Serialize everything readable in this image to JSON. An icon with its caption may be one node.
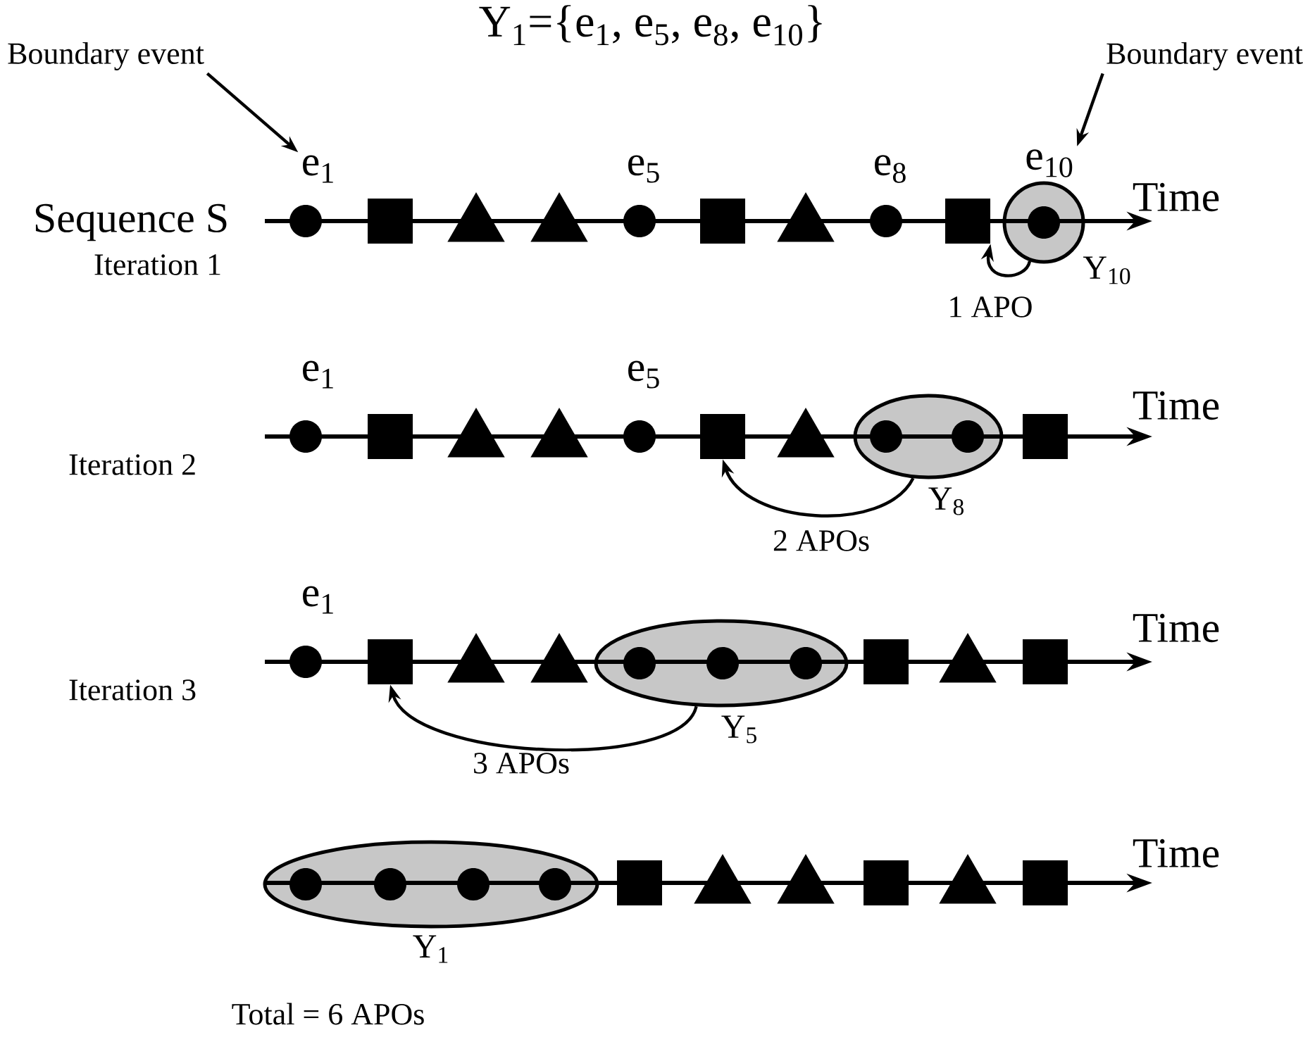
{
  "diagram": {
    "title": "Y$_{1}$={e$_{1}$, e$_{5}$, e$_{8}$, e$_{10}$}",
    "nodes": [
      {
        "text": [
          "Boundary event"
        ]
      },
      {
        "text": [
          "e$_{1}$"
        ]
      },
      {
        "text": [
          "Boundary event"
        ]
      },
      {
        "text": [
          "e$_{10}$"
        ]
      },
      {
        "text": [],
        "shape": "circle"
      },
      {
        "text": [],
        "shape": "box"
      },
      {
        "text": [],
        "shape": "triangle"
      },
      {
        "text": [],
        "shape": "triangle"
      },
      {
        "text": [],
        "shape": "circle"
      },
      {
        "text": [],
        "shape": "box"
      },
      {
        "text": [],
        "shape": "triangle"
      },
      {
        "text": [],
        "shape": "circle"
      },
      {
        "text": [],
        "shape": "box"
      },
      {
        "text": [],
        "shape": "circle",
        "beside": [
          "Y$_{10}$"
        ]
      },
      {
        "text": [],
        "shape": "circle",
        "in": 13
      },
      {
        "text": [],
        "shape": "circle"
      },
      {
        "text": [],
        "shape": "box"
      },
      {
        "text": [],
        "shape": "triangle"
      },
      {
        "text": [],
        "shape": "triangle"
      },
      {
        "text": [],
        "shape": "circle"
      },
      {
        "text": [],
        "shape": "box"
      },
      {
        "text": [],
        "shape": "triangle"
      },
      {
        "text": [],
        "shape": "ellipse",
        "beside": [
          "Y$_{8}$"
        ]
      },
      {
        "text": [],
        "shape": "circle",
        "in": 22
      },
      {
        "text": [],
        "shape": "circle",
        "in": 22
      },
      {
        "text": [],
        "shape": "box"
      },
      {
        "text": [],
        "shape": "circle"
      },
      {
        "text": [],
        "shape": "box"
      },
      {
        "text": [],
        "shape": "triangle"
      },
      {
        "text": [],
        "shape": "triangle"
      },
      {
        "text": [],
        "shape": "ellipse",
        "beside": [
          "Y$_{5}$"
        ]
      },
      {
        "text": [],
        "shape": "circle",
        "in": 30
      },
      {
        "text": [],
        "shape": "circle",
        "in": 30
      },
      {
        "text": [],
        "shape": "circle",
        "in": 30
      },
      {
        "text": [],
        "shape": "box"
      },
      {
        "text": [],
        "shape": "triangle"
      },
      {
        "text": [],
        "shape": "box"
      },
      {
        "text": [],
        "shape": "ellipse",
        "beside": [
          "Y$_{1}$"
        ]
      },
      {
        "text": [],
        "shape": "circle",
        "in": 37
      },
      {
        "text": [],
        "shape": "circle",
        "in": 37
      },
      {
        "text": [],
        "shape": "circle",
        "in": 37
      },
      {
        "text": [],
        "shape": "circle",
        "in": 37
      },
      {
        "text": [],
        "shape": "box"
      },
      {
        "text": [],
        "shape": "triangle"
      },
      {
        "text": [],
        "shape": "triangle"
      },
      {
        "text": [],
        "shape": "box"
      },
      {
        "text": [],
        "shape": "triangle"
      },
      {
        "text": [],
        "shape": "box"
      }
    ],
    "edges": [
      {
        "from": 0,
        "to": 1,
        "arrow": "to"
      },
      {
        "from": 2,
        "to": 3,
        "arrow": "to"
      },
      {
        "from": 13,
        "to": 12,
        "arrow": "to",
        "label": "1 APO"
      },
      {
        "from": 22,
        "to": 20,
        "arrow": "to",
        "label": "2 APOs"
      },
      {
        "from": 30,
        "to": 27,
        "arrow": "to",
        "label": "3 APOs"
      }
    ],
    "labels": [
      "Sequence S",
      "Iteration 1",
      "e$_{5}$",
      "e$_{8}$",
      "Time",
      "e$_{1}$",
      "e$_{5}$",
      "Time",
      "Iteration 2",
      "e$_{1}$",
      "Time",
      "Iteration 3",
      "Time",
      "Total = 6 APOs"
    ]
  }
}
